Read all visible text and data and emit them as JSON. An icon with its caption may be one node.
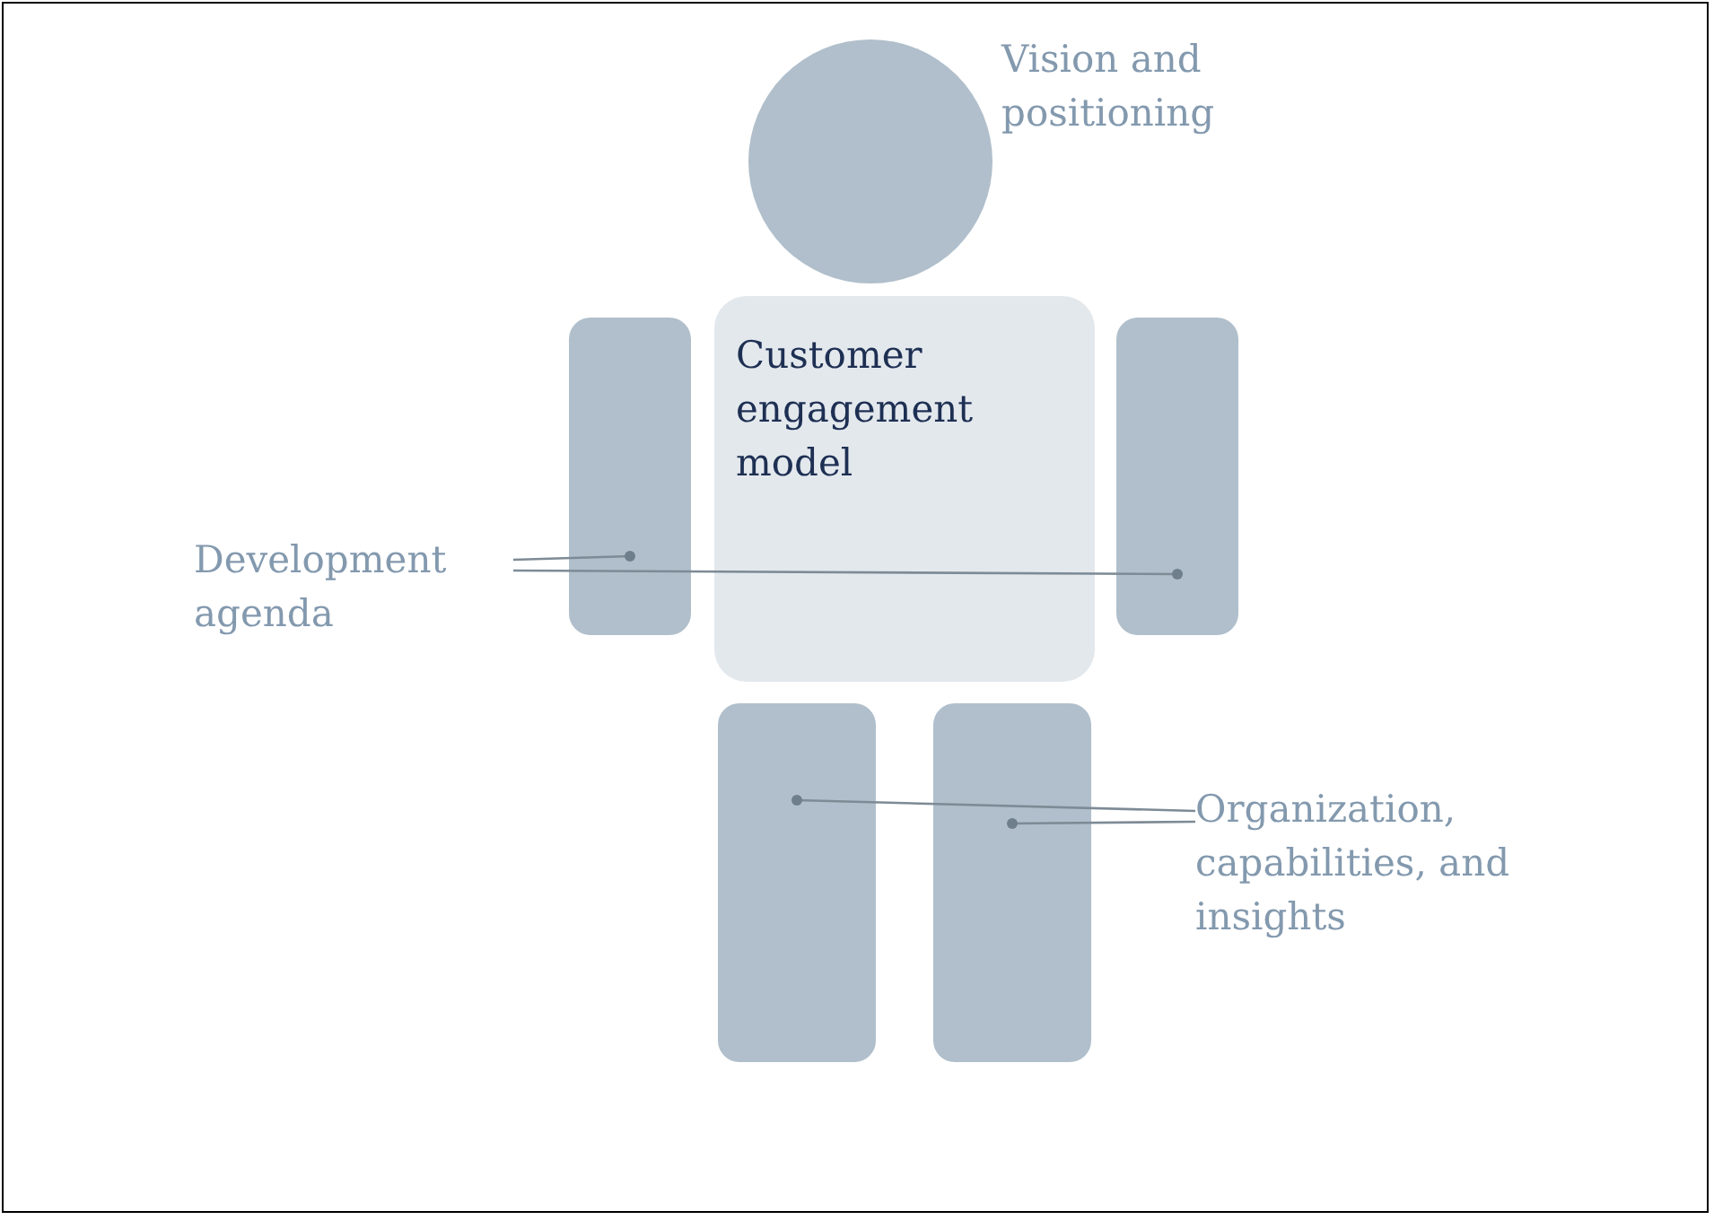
{
  "diagram": {
    "nodes": [
      {
        "text": [],
        "shape": "circle",
        "beside": [
          "Vision and positioning"
        ]
      },
      {
        "text": [
          "Customer engagement model"
        ]
      },
      {
        "text": [],
        "shape": "box"
      },
      {
        "text": [],
        "shape": "box"
      },
      {
        "text": [
          "Development agenda"
        ]
      },
      {
        "text": [],
        "shape": "box"
      },
      {
        "text": [],
        "shape": "box"
      },
      {
        "text": [
          "Organization, capabilities, and insights"
        ]
      }
    ],
    "edges": [
      {
        "from": 4,
        "to": 2,
        "arrow": "other"
      },
      {
        "from": 4,
        "to": 3,
        "arrow": "other"
      },
      {
        "from": 7,
        "to": 5,
        "arrow": "other"
      },
      {
        "from": 7,
        "to": 6,
        "arrow": "other"
      }
    ]
  }
}
